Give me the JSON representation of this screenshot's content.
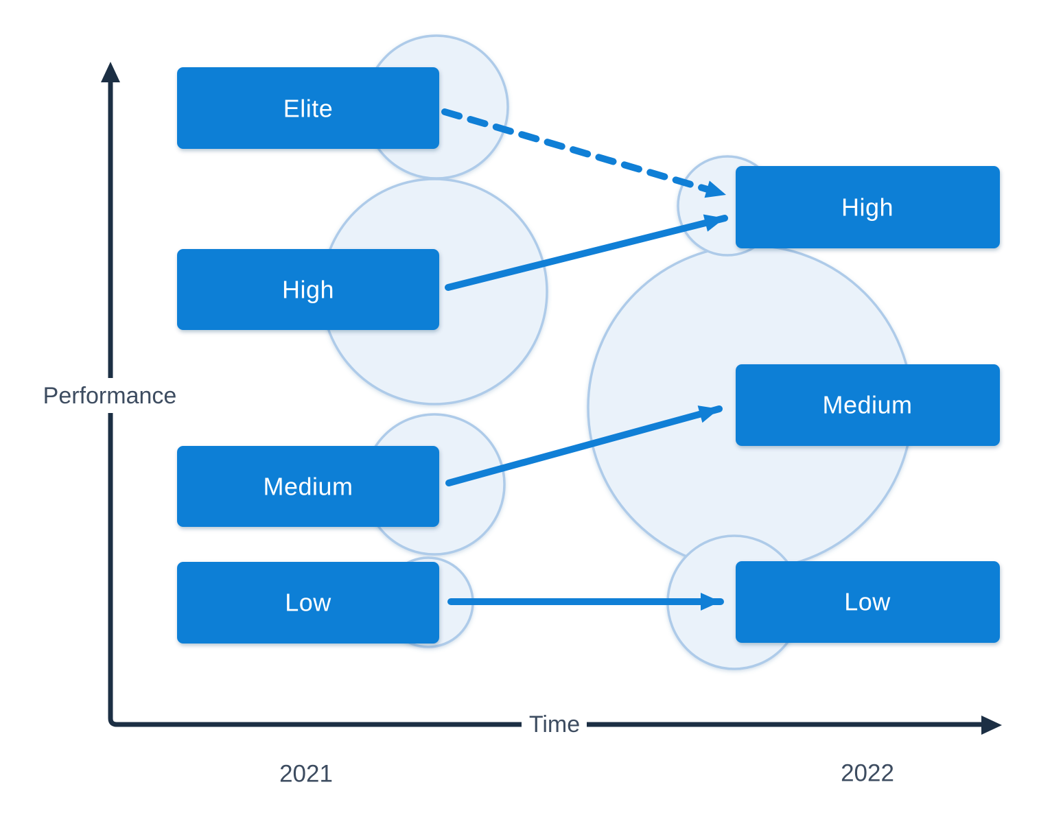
{
  "diagram_type": "performance-over-time bubble flow",
  "axis": {
    "y_label": "Performance",
    "x_label": "Time"
  },
  "columns": {
    "left": {
      "year": "2021",
      "nodes": [
        {
          "label": "Elite"
        },
        {
          "label": "High"
        },
        {
          "label": "Medium"
        },
        {
          "label": "Low"
        }
      ]
    },
    "right": {
      "year": "2022",
      "nodes": [
        {
          "label": "High"
        },
        {
          "label": "Medium"
        },
        {
          "label": "Low"
        }
      ]
    }
  },
  "edges": [
    {
      "from": "Elite (2021)",
      "to": "High (2022)",
      "style": "dashed"
    },
    {
      "from": "High (2021)",
      "to": "High (2022)",
      "style": "solid"
    },
    {
      "from": "Medium (2021)",
      "to": "Medium (2022)",
      "style": "solid"
    },
    {
      "from": "Low (2021)",
      "to": "Low (2022)",
      "style": "solid"
    }
  ],
  "colors": {
    "node_fill": "#107FD6",
    "node_text": "#FFFFFF",
    "bubble_fill": "#EAF2FA",
    "bubble_stroke": "#AECBE9",
    "arrow": "#107FD6",
    "axis": "#1C2F44",
    "axis_text": "#3D4C60",
    "background": "#FFFFFF"
  }
}
